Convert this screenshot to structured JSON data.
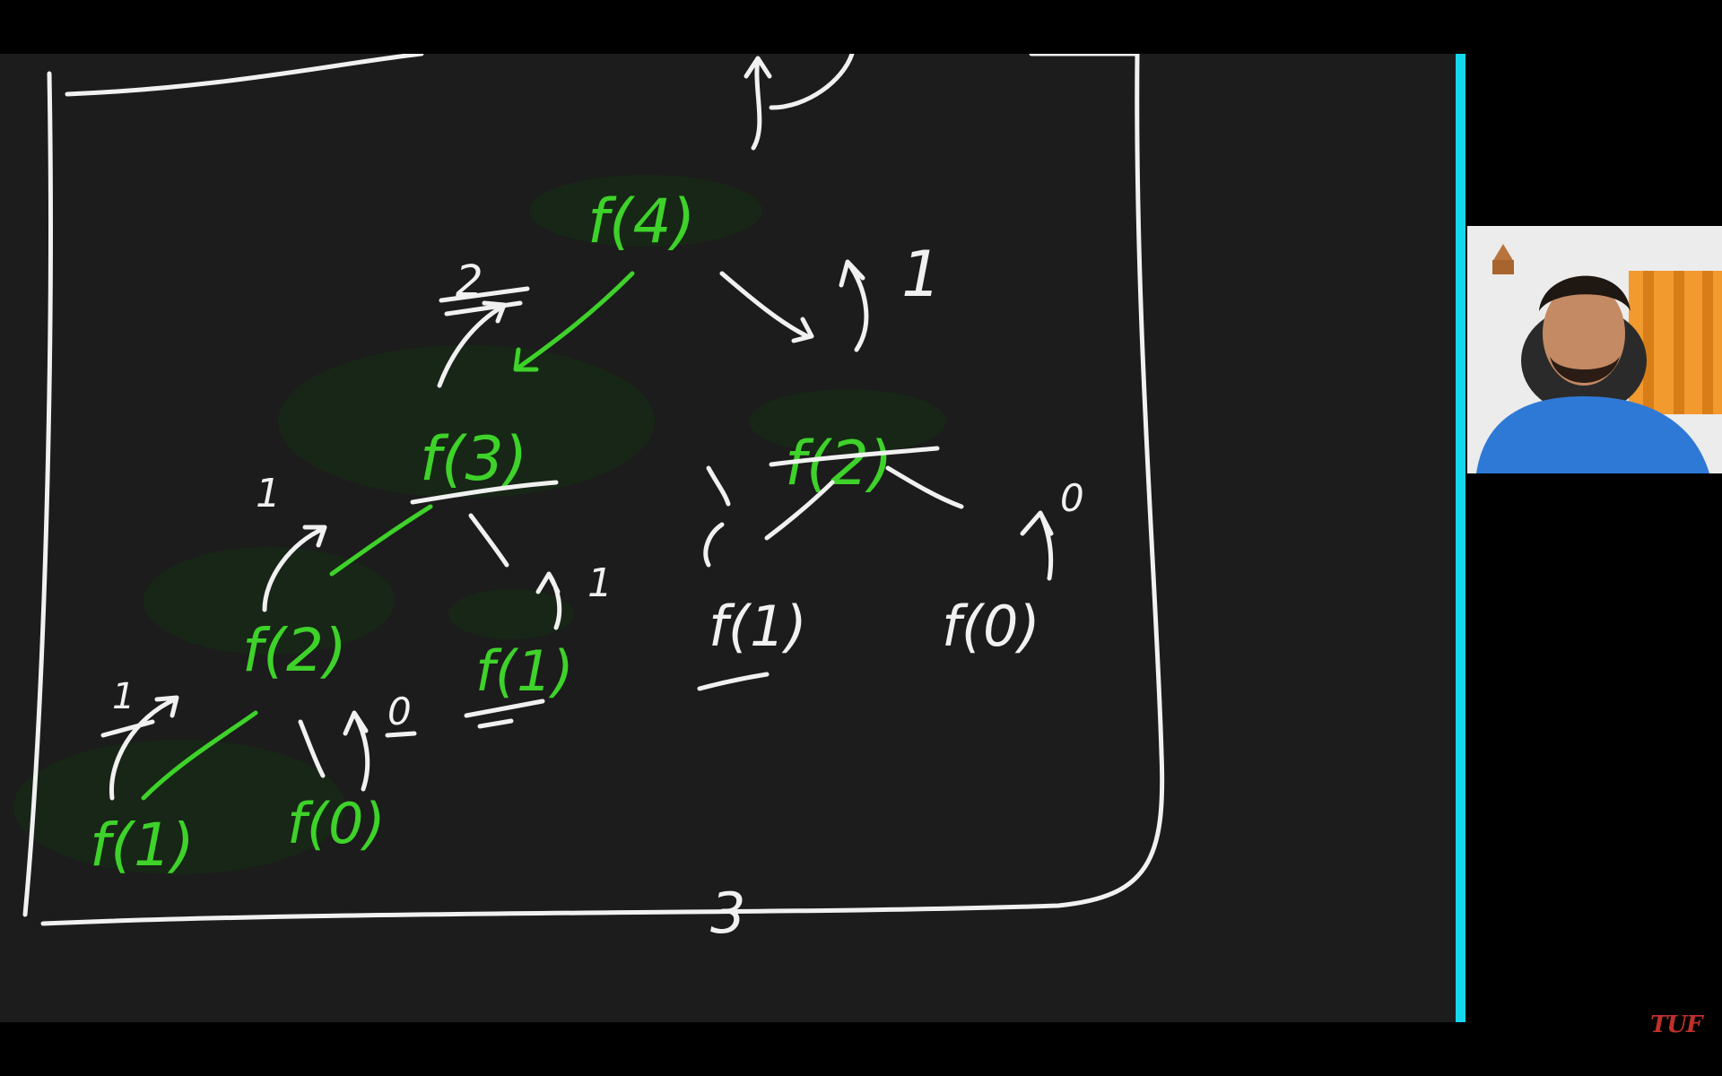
{
  "whiteboard": {
    "nodes": {
      "f4": "f(4)",
      "f3": "f(3)",
      "f2_left": "f(2)",
      "f1_mid": "f(1)",
      "f1_leftleaf": "f(1)",
      "f0_leftleaf": "f(0)",
      "f2_right": "f(2)",
      "f1_right": "f(1)",
      "f0_right": "f(0)"
    },
    "annotations": {
      "return_f3": "2",
      "return_f2_left": "1",
      "return_f1_leftleaf": "1",
      "return_f0_leftleaf": "0",
      "return_f1_mid": "1",
      "return_f2_right": "1",
      "return_f0_right": "0",
      "bottom_result": "3"
    }
  },
  "watermark": {
    "text": "TUF"
  },
  "colors": {
    "background": "#000000",
    "board": "#1c1c1c",
    "chalk_white": "#f1f1f1",
    "chalk_green": "#3ed22a",
    "divider": "#16d6ee",
    "watermark": "#c0302a"
  },
  "icons": {
    "webcam": "person-webcam-feed"
  }
}
